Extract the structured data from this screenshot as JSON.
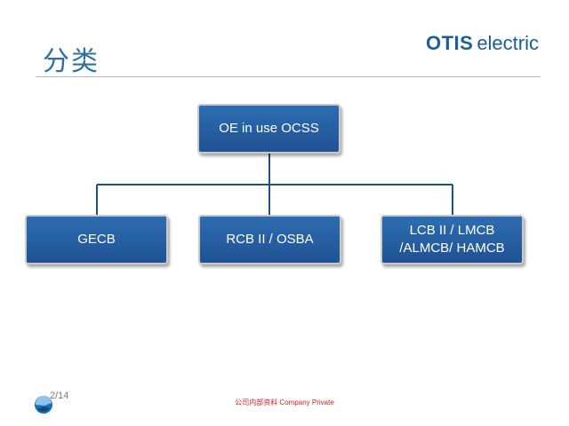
{
  "slide": {
    "title": "分类",
    "logo_bold": "OTIS",
    "logo_light": "electric",
    "page_number": "2/14",
    "footer": "公司内部资料 Company Private"
  },
  "diagram": {
    "root": "OE in use OCSS",
    "children": [
      "GECB",
      "RCB II / OSBA",
      "LCB II / LMCB\n/ALMCB/ HAMCB"
    ]
  },
  "colors": {
    "box_fill": "#2464a8",
    "box_border": "#c9c9c9",
    "title": "#2f6fa6",
    "logo": "#1b5f98",
    "footer": "#d21f1f",
    "connector": "#1f4f86"
  }
}
